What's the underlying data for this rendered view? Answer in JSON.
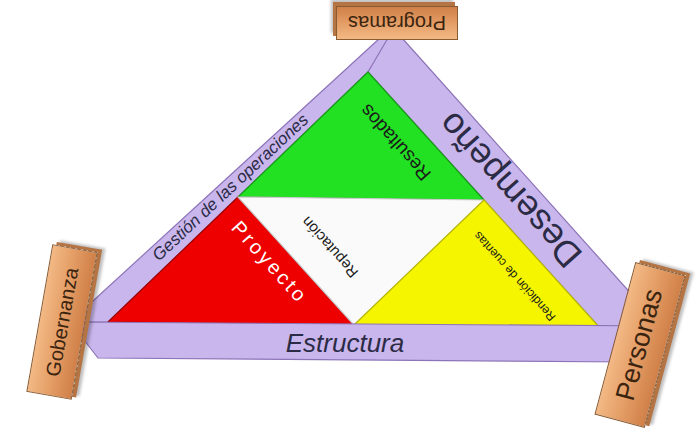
{
  "diagram": {
    "nodes": [
      {
        "text": [
          "Programas"
        ]
      },
      {
        "text": [
          "Gestión de las operaciones"
        ]
      },
      {
        "text": [
          "Desempeño"
        ]
      },
      {
        "text": [
          "Resultados"
        ]
      },
      {
        "text": [
          "Proyecto"
        ]
      },
      {
        "text": [
          "Reputación"
        ]
      },
      {
        "text": [
          "Rendición de cuentas"
        ]
      },
      {
        "text": [
          "Gobernanza"
        ]
      },
      {
        "text": [
          "Estructura"
        ]
      },
      {
        "text": [
          "Personas"
        ]
      }
    ]
  }
}
